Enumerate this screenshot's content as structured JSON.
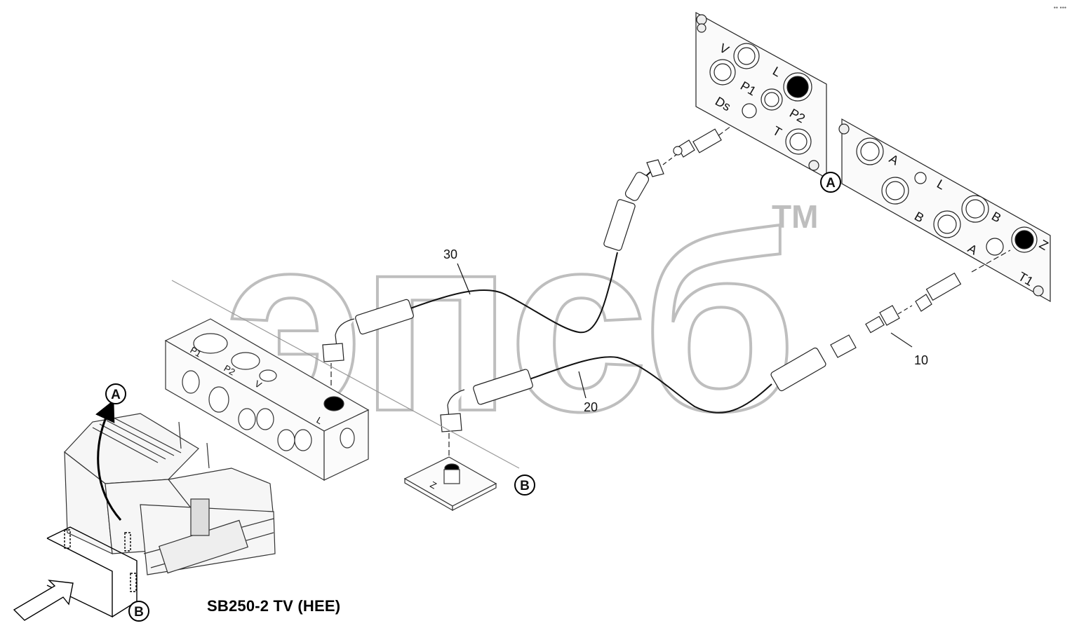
{
  "caption": "SB250-2 TV (HEE)",
  "watermark": {
    "text": "эпсб",
    "mark": "TM"
  },
  "corner_mark": "•• •••",
  "callouts": {
    "a": "A",
    "b": "B"
  },
  "part_numbers": {
    "p10": "10",
    "p20": "20",
    "p30": "30"
  },
  "panel_upper_ports": {
    "v": "V",
    "p1": "P1",
    "l": "L",
    "ds": "Ds",
    "p2": "P2",
    "t": "T"
  },
  "panel_lower_ports": {
    "a": "A",
    "l": "L",
    "b": "B",
    "b2": "B",
    "a2": "A",
    "z": "Z",
    "t1": "T1"
  },
  "block_ports": {
    "p1": "P1",
    "p2": "P2",
    "v": "V",
    "l": "L"
  },
  "plate_port": "Z"
}
